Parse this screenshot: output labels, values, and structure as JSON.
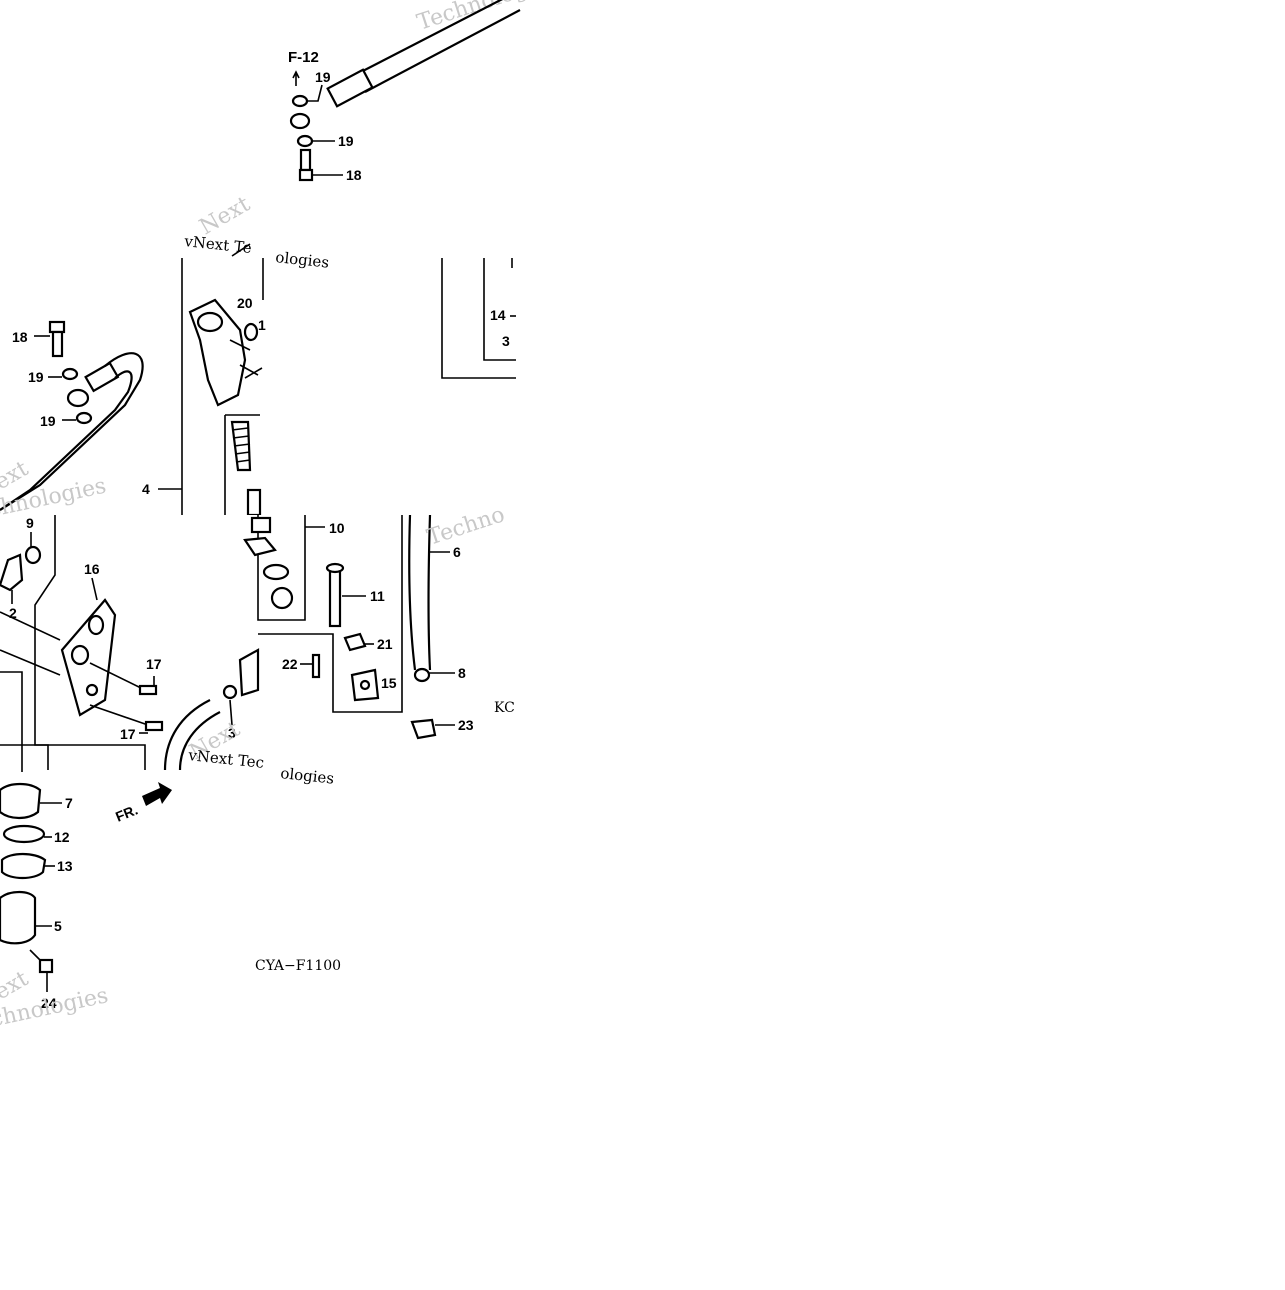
{
  "diagram": {
    "ref_top": "F-12",
    "fr_marker": "FR.",
    "code_left": "KC",
    "code_bottom": "CYA−F1100",
    "watermarks": {
      "technologies": "Technologies",
      "techno": "Techno",
      "vnext": "vNext Te",
      "vnext2": "vNext Tec",
      "ologies": "ologies",
      "next": "Next",
      "chnologies": "chnologies",
      "ext": "ext"
    },
    "labels": {
      "l19a": "19",
      "l19b": "19",
      "l18a": "18",
      "l20": "20",
      "l1": "1",
      "l18b": "18",
      "l19c": "19",
      "l19d": "19",
      "l4": "4",
      "l14": "14",
      "l3a": "3",
      "l9": "9",
      "l10": "10",
      "l16": "16",
      "l6": "6",
      "l2": "2",
      "l11": "11",
      "l21": "21",
      "l17a": "17",
      "l22": "22",
      "l15": "15",
      "l8": "8",
      "l17b": "17",
      "l3b": "3",
      "l23": "23",
      "l7": "7",
      "l12": "12",
      "l13": "13",
      "l5": "5",
      "l24": "24"
    }
  }
}
